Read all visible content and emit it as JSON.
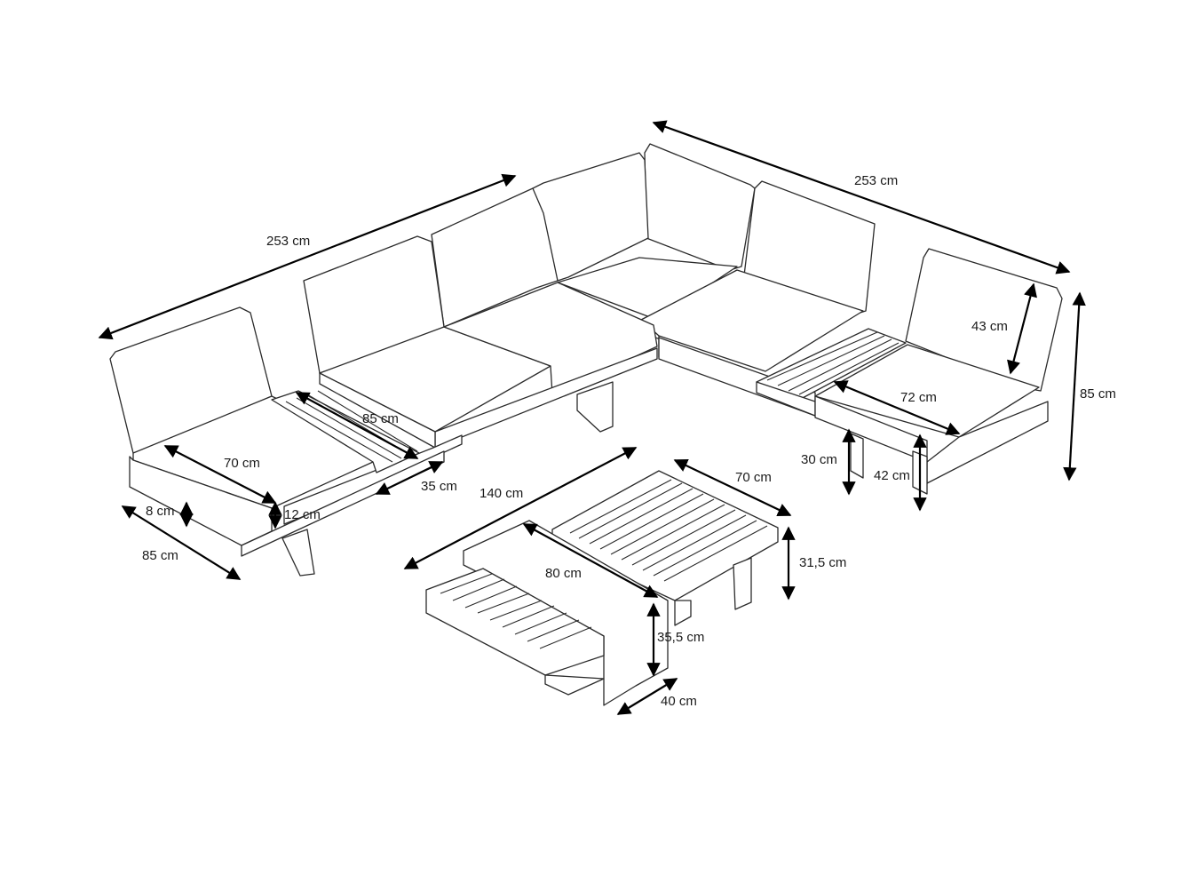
{
  "colors": {
    "line": "#2b2b2b",
    "dimension": "#000000",
    "background": "#ffffff"
  },
  "dimensions": {
    "left_sofa_length": "253 cm",
    "right_sofa_length": "253 cm",
    "sofa_height": "85 cm",
    "left_depth": "85 cm",
    "left_seat_depth": "70 cm",
    "left_side_table_depth": "85 cm",
    "side_table_width": "35 cm",
    "seat_cushion_thickness": "12 cm",
    "frame_thickness": "8 cm",
    "right_backrest_height": "43 cm",
    "right_seat_depth": "72 cm",
    "right_table_height": "30 cm",
    "right_seat_height": "42 cm",
    "coffee_table_length": "140 cm",
    "coffee_table_width": "70 cm",
    "coffee_table_height": "31,5 cm",
    "nested_table_length": "80 cm",
    "nested_table_height": "35,5 cm",
    "nested_table_width": "40 cm"
  }
}
